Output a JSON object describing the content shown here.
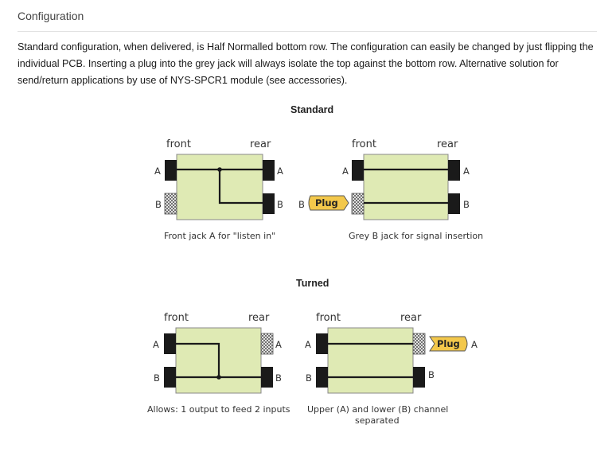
{
  "section": {
    "title": "Configuration",
    "description": "Standard configuration, when delivered, is Half Normalled bottom row. The configuration can easily be changed by just flipping the individual PCB. Inserting a plug into the grey jack will always isolate the top against the bottom row. Alternative solution for send/return applications by use of NYS-SPCR1 module (see accessories)."
  },
  "standard": {
    "heading": "Standard",
    "left": {
      "front": "front",
      "rear": "rear",
      "pin_a_left": "A",
      "pin_b_left": "B",
      "pin_a_right": "A",
      "pin_b_right": "B",
      "caption": "Front jack A for \"listen in\""
    },
    "right": {
      "front": "front",
      "rear": "rear",
      "pin_a_left": "A",
      "pin_b_left": "B",
      "pin_a_right": "A",
      "pin_b_right": "B",
      "plug": "Plug",
      "caption": "Grey B jack for signal insertion"
    }
  },
  "turned": {
    "heading": "Turned",
    "left": {
      "front": "front",
      "rear": "rear",
      "pin_a_left": "A",
      "pin_b_left": "B",
      "pin_a_right": "A",
      "pin_b_right": "B",
      "caption": "Allows: 1 output to feed 2 inputs"
    },
    "right": {
      "front": "front",
      "rear": "rear",
      "pin_a_left": "A",
      "pin_b_left": "B",
      "pin_a_right": "A",
      "pin_b_right": "B",
      "plug": "Plug",
      "caption_line1": "Upper (A) and lower (B) channel",
      "caption_line2": "separated"
    }
  },
  "colors": {
    "board": "#dfeab4",
    "jack": "#1a1a1a",
    "plug": "#f3c84b",
    "line": "#1a1a1a"
  }
}
